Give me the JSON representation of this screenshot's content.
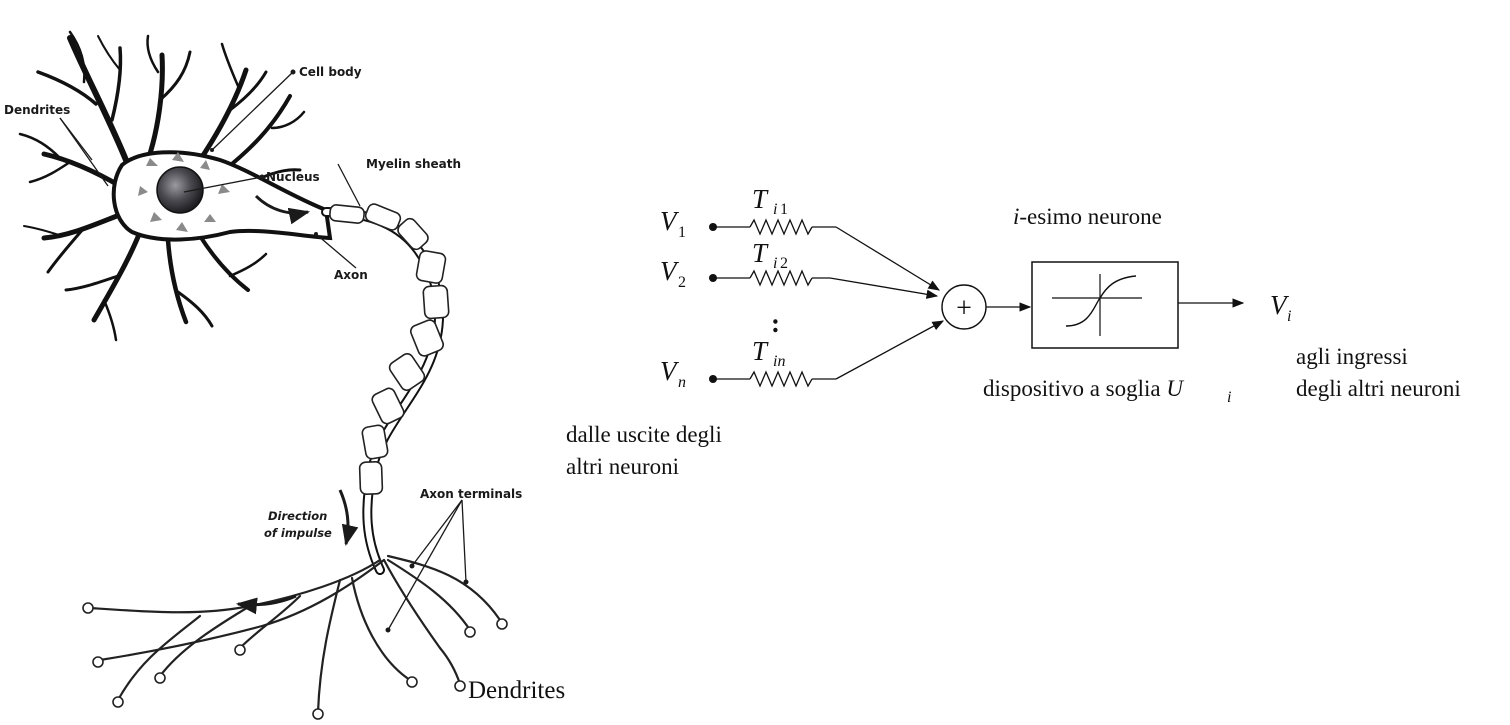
{
  "neuron": {
    "cell_body": "Cell body",
    "dendrites": "Dendrites",
    "nucleus": "Nucleus",
    "myelin_sheath": "Myelin sheath",
    "axon": "Axon",
    "axon_terminals": "Axon terminals",
    "direction_line1": "Direction",
    "direction_line2": "of impulse",
    "bottom_dendrites": "Dendrites"
  },
  "model": {
    "input1": {
      "var": "V",
      "sub": "1"
    },
    "input2": {
      "var": "V",
      "sub": "2"
    },
    "inputn": {
      "var": "V",
      "sub": "n"
    },
    "weight1": {
      "var": "T",
      "sub_i": "i",
      "sub_n": "1"
    },
    "weight2": {
      "var": "T",
      "sub_i": "i",
      "sub_n": "2"
    },
    "weightn": {
      "var": "T",
      "sub_i": "in",
      "sub_n": ""
    },
    "ellipsis": ":",
    "sum_symbol": "+",
    "neuron_title_italic": "i",
    "neuron_title_rest": "-esimo neurone",
    "threshold_label": "dispositivo a soglia ",
    "threshold_var": "U",
    "threshold_sub": "i",
    "output": {
      "var": "V",
      "sub": "i"
    },
    "output_caption_1": "agli ingressi",
    "output_caption_2": "degli altri neuroni",
    "input_caption_1": "dalle uscite degli",
    "input_caption_2": "altri neuroni"
  }
}
